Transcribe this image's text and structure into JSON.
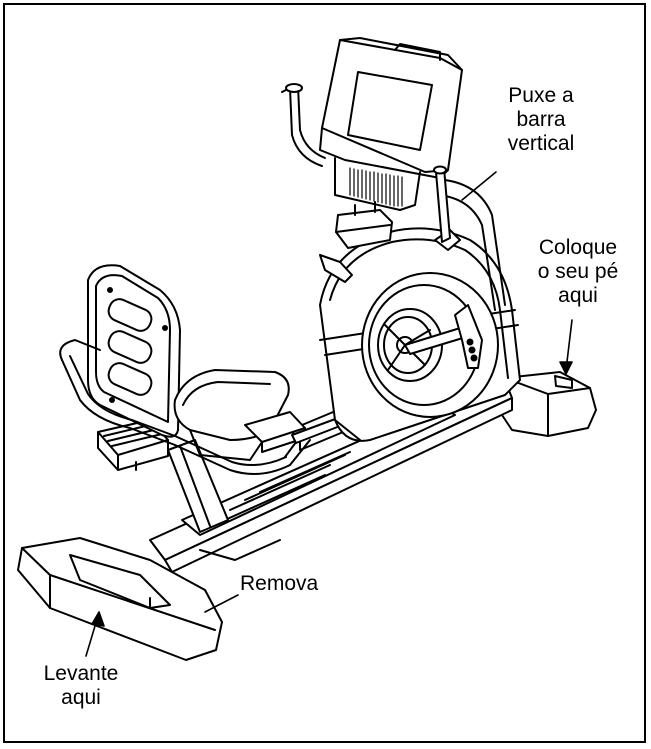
{
  "labels": {
    "pull_bar": [
      "Puxe a",
      "barra",
      "vertical"
    ],
    "place_foot": [
      "Coloque",
      "o seu pé",
      "aqui"
    ],
    "remove": "Remova",
    "lift_here": [
      "Levante",
      "aqui"
    ]
  }
}
